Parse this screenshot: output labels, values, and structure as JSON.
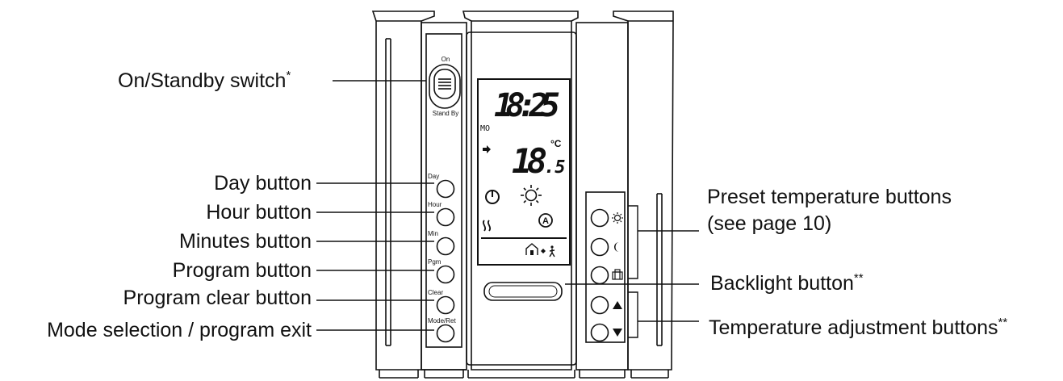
{
  "labels": {
    "onstandby": "On/Standby switch",
    "onstandby_mark": "*",
    "day": "Day button",
    "hour": "Hour button",
    "minutes": "Minutes button",
    "program": "Program button",
    "clear": "Program clear button",
    "mode": "Mode selection / program exit",
    "preset_line1": "Preset temperature buttons",
    "preset_line2": "(see page 10)",
    "backlight": "Backlight button",
    "backlight_mark": "**",
    "tempadj": "Temperature adjustment buttons",
    "tempadj_mark": "**"
  },
  "device": {
    "switch_on": "On",
    "switch_standby": "Stand By",
    "btn_day": "Day",
    "btn_hour": "Hour",
    "btn_min": "Min",
    "btn_pgm": "Pgm",
    "btn_clear": "Clear",
    "btn_mode": "Mode/Ret",
    "display": {
      "time": "18:25",
      "day": "MO",
      "temp_main": "18",
      "temp_decimal": ".5",
      "unit": "°C",
      "auto_symbol": "A"
    }
  },
  "icons": [
    "sun-icon",
    "moon-icon",
    "suitcase-icon",
    "up-arrow-icon",
    "down-arrow-icon",
    "clock-icon",
    "heat-waves-icon",
    "house-icon",
    "arrow-icon"
  ]
}
